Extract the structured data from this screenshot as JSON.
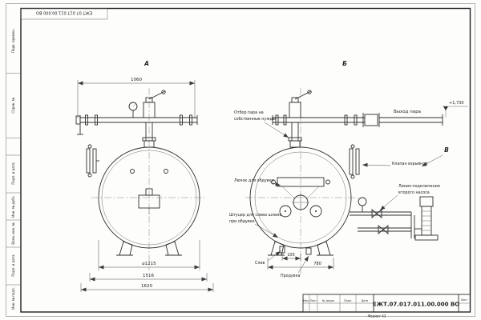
{
  "doc": {
    "number": "ЕЖТ.07.017.011.00.000 ВО",
    "number_top": "ЕЖТ 07.017.011.00.000 ВО",
    "format": "Формат А3",
    "sheet_label": "Лист"
  },
  "title_block": {
    "cols": [
      "Изм.",
      "Лист",
      "№ докум.",
      "Подп.",
      "Дата"
    ]
  },
  "margin_labels": [
    "Перв. примен.",
    "Справ. №",
    "Подп. и дата",
    "Инв. № дубл.",
    "Взам. инв. №",
    "Подп. и дата",
    "Инв. № подл."
  ],
  "views": {
    "a": "А",
    "b": "Б",
    "v": "В"
  },
  "dimensions": {
    "top_width": "1060",
    "diameter": "⌀1215",
    "width_1516": "1516",
    "width_1620": "1620",
    "offset_105": "105",
    "width_780": "780",
    "level_mark": "+1,730"
  },
  "annotations": {
    "steam_outlet": "Выход пара",
    "steam_tap": [
      "Отбор пара на",
      "собственные нужды"
    ],
    "explosion_valve": "Клапан взрывной",
    "second_pump": [
      "Линия подключения",
      "второго насоса"
    ],
    "blow_hatch": "Лючок для обдувки",
    "sludge": [
      "Штуцер для слива шлама",
      "при обдувке"
    ],
    "drain": "Слив",
    "blowdown": "Продувка"
  }
}
